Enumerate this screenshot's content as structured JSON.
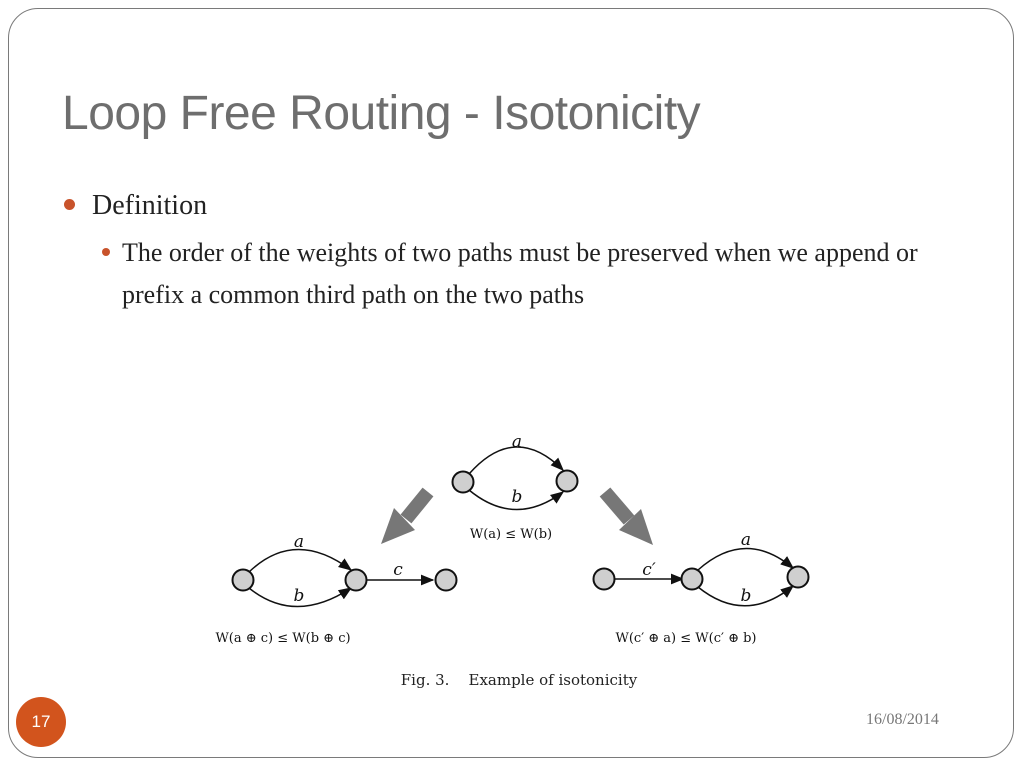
{
  "slide": {
    "title": "Loop Free Routing - Isotonicity",
    "bullet_1": "Definition",
    "bullet_1_1": "The order of the weights of two paths must be preserved when we append or prefix a common third path on the two paths",
    "page_number": "17",
    "date": "16/08/2014"
  },
  "figure": {
    "top_label_a": "a",
    "top_label_b": "b",
    "top_caption": "W(a) ≤ W(b)",
    "left_label_a": "a",
    "left_label_b": "b",
    "left_label_c": "c",
    "left_caption": "W(a ⊕ c) ≤ W(b ⊕ c)",
    "right_label_c": "c′",
    "right_label_a": "a",
    "right_label_b": "b",
    "right_caption": "W(c′ ⊕ a) ≤ W(c′ ⊕ b)",
    "fig_caption": "Fig. 3.    Example of isotonicity"
  },
  "colors": {
    "accent": "#c8532b",
    "badge": "#d2541d",
    "title": "#6e6e6e",
    "node_fill": "#cfcfcf",
    "big_arrow": "#777777"
  }
}
